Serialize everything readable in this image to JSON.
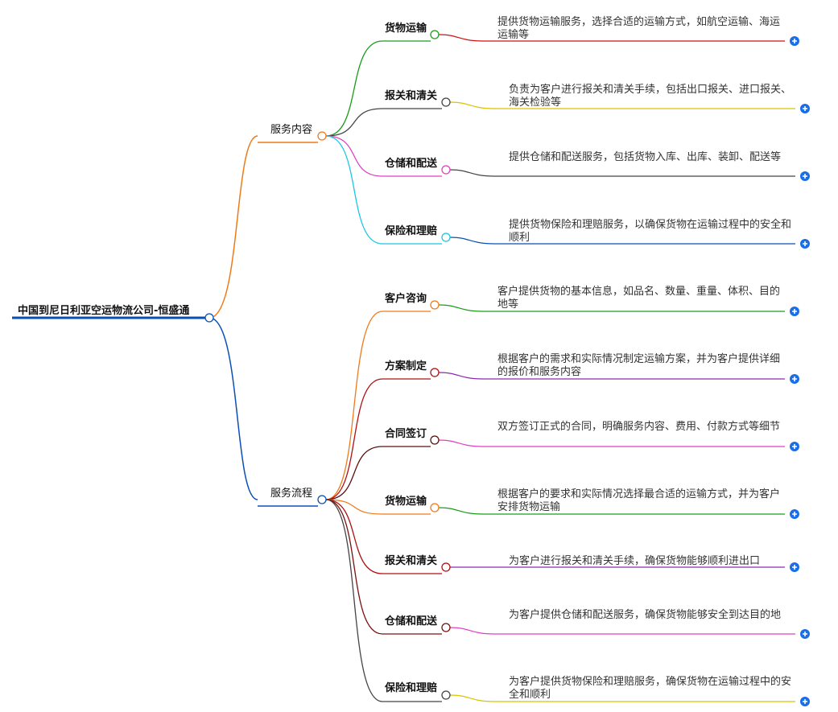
{
  "root": {
    "label": "中国到尼日利亚空运物流公司-恒盛通",
    "color": "#0a4fb5"
  },
  "branches": [
    {
      "label": "服务内容",
      "color": "#ef7a1a",
      "children": [
        {
          "label": "货物运输",
          "color": "#1a9c1a",
          "desc_color": "#d01010",
          "desc": "提供货物运输服务，选择合适的运输方式，如航空运输、海运运输等"
        },
        {
          "label": "报关和清关",
          "color": "#444444",
          "desc_color": "#d8c400",
          "desc": "负责为客户进行报关和清关手续，包括出口报关、进口报关、海关检验等"
        },
        {
          "label": "仓储和配送",
          "color": "#e040c0",
          "desc_color": "#444444",
          "desc": "提供仓储和配送服务，包括货物入库、出库、装卸、配送等"
        },
        {
          "label": "保险和理赔",
          "color": "#1ec6e0",
          "desc_color": "#0a4fb5",
          "desc": "提供货物保险和理赔服务，以确保货物在运输过程中的安全和顺利"
        }
      ]
    },
    {
      "label": "服务流程",
      "color": "#0a4fb5",
      "children": [
        {
          "label": "客户咨询",
          "color": "#ef7a1a",
          "desc_color": "#1a9c1a",
          "desc": "客户提供货物的基本信息，如品名、数量、重量、体积、目的地等"
        },
        {
          "label": "方案制定",
          "color": "#b01010",
          "desc_color": "#8a2ab0",
          "desc": "根据客户的需求和实际情况制定运输方案，并为客户提供详细的报价和服务内容"
        },
        {
          "label": "合同签订",
          "color": "#5a1010",
          "desc_color": "#e040c0",
          "desc": "双方签订正式的合同，明确服务内容、费用、付款方式等细节"
        },
        {
          "label": "货物运输",
          "color": "#ef7a1a",
          "desc_color": "#1a9c1a",
          "desc": "根据客户的要求和实际情况选择最合适的运输方式，并为客户安排货物运输"
        },
        {
          "label": "报关和清关",
          "color": "#b01010",
          "desc_color": "#8a2ab0",
          "desc": "为客户进行报关和清关手续，确保货物能够顺利进出口"
        },
        {
          "label": "仓储和配送",
          "color": "#7a1010",
          "desc_color": "#e040c0",
          "desc": "为客户提供仓储和配送服务，确保货物能够安全到达目的地"
        },
        {
          "label": "保险和理赔",
          "color": "#444444",
          "desc_color": "#d8c400",
          "desc": "为客户提供货物保险和理赔服务，确保货物在运输过程中的安全和顺利"
        }
      ]
    }
  ],
  "expand_icon": {
    "name": "plus-circle-icon",
    "color": "#1a6ee8"
  }
}
